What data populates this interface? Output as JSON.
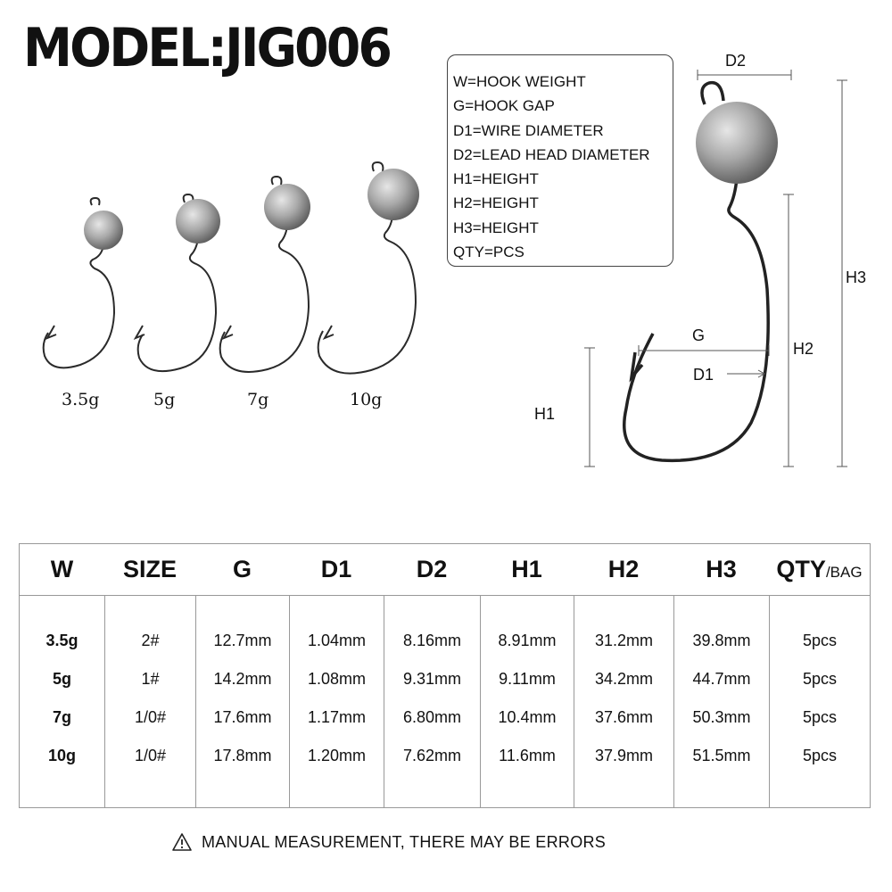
{
  "title": "MODEL:JIG006",
  "legend": [
    "W=HOOK WEIGHT",
    "G=HOOK GAP",
    "D1=WIRE DIAMETER",
    "D2=LEAD HEAD DIAMETER",
    "H1=HEIGHT",
    "H2=HEIGHT",
    "H3=HEIGHT",
    "QTY=PCS"
  ],
  "weights": [
    "3.5g",
    "5g",
    "7g",
    "10g"
  ],
  "dimensions": {
    "d2": "D2",
    "h3": "H3",
    "g": "G",
    "h2": "H2",
    "d1": "D1",
    "h1": "H1"
  },
  "table": {
    "headers": [
      "W",
      "SIZE",
      "G",
      "D1",
      "D2",
      "H1",
      "H2",
      "H3",
      "QTY"
    ],
    "qty_suffix": "/BAG",
    "rows": [
      [
        "3.5g",
        "2#",
        "12.7mm",
        "1.04mm",
        "8.16mm",
        "8.91mm",
        "31.2mm",
        "39.8mm",
        "5pcs"
      ],
      [
        "5g",
        "1#",
        "14.2mm",
        "1.08mm",
        "9.31mm",
        "9.11mm",
        "34.2mm",
        "44.7mm",
        "5pcs"
      ],
      [
        "7g",
        "1/0#",
        "17.6mm",
        "1.17mm",
        "6.80mm",
        "10.4mm",
        "37.6mm",
        "50.3mm",
        "5pcs"
      ],
      [
        "10g",
        "1/0#",
        "17.8mm",
        "1.20mm",
        "7.62mm",
        "11.6mm",
        "37.9mm",
        "51.5mm",
        "5pcs"
      ]
    ]
  },
  "footer": "MANUAL MEASUREMENT, THERE MAY BE ERRORS"
}
